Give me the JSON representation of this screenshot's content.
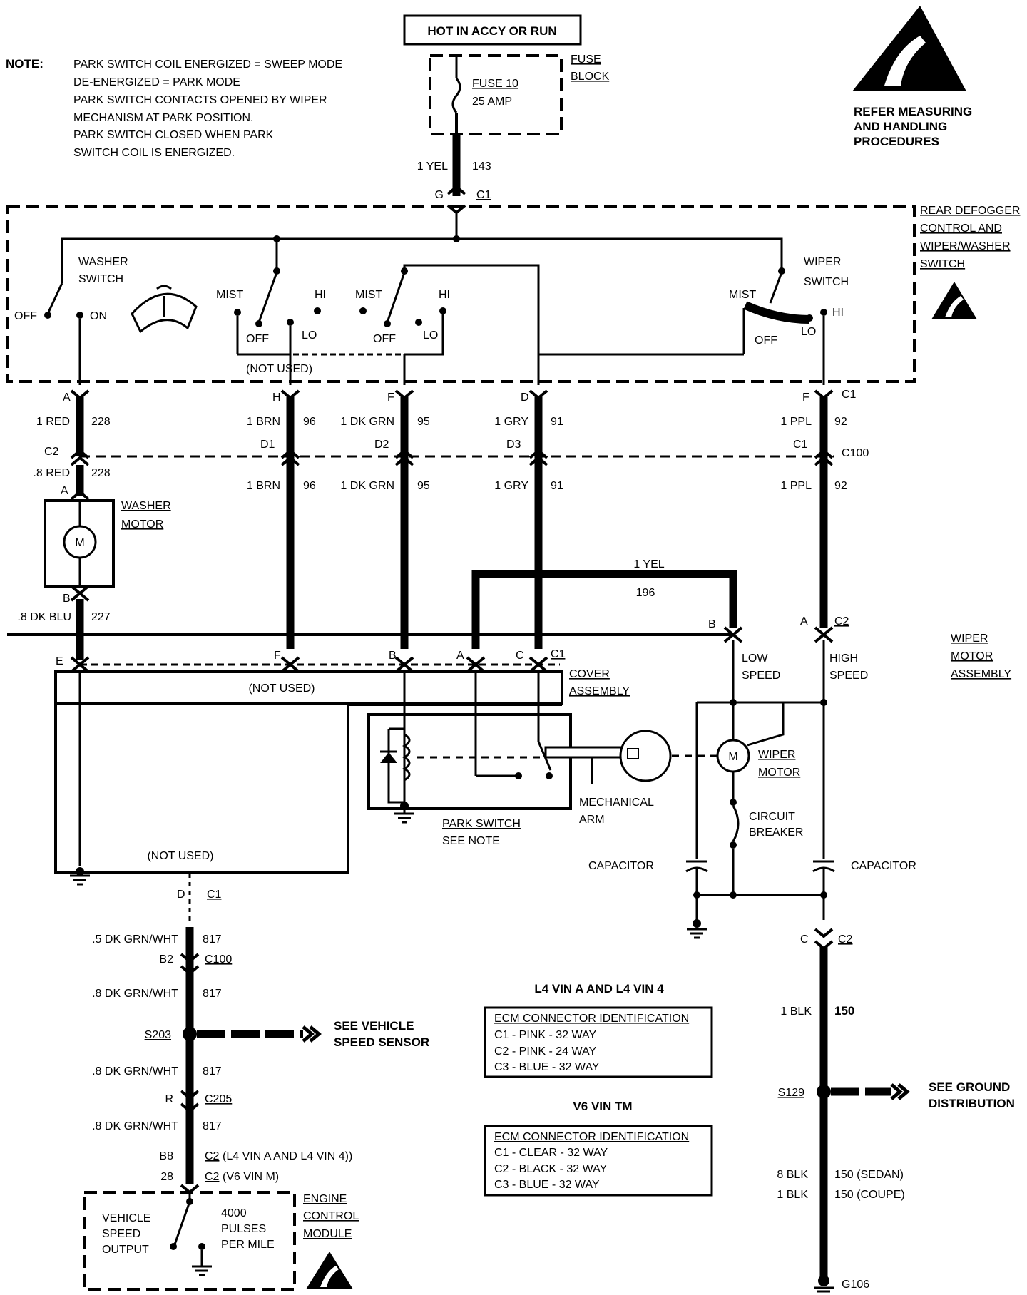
{
  "note": {
    "label": "NOTE:",
    "lines": [
      "PARK SWITCH COIL ENERGIZED = SWEEP MODE",
      "DE-ENERGIZED = PARK MODE",
      "PARK SWITCH CONTACTS OPENED BY WIPER",
      "MECHANISM AT PARK POSITION.",
      "PARK SWITCH CLOSED WHEN PARK",
      "SWITCH COIL IS ENERGIZED."
    ]
  },
  "power": {
    "title": "HOT IN ACCY OR RUN"
  },
  "fuse": {
    "name": "FUSE 10",
    "rating": "25 AMP",
    "block_label": [
      "FUSE",
      "BLOCK"
    ]
  },
  "esd_refer": [
    "REFER MEASURING",
    "AND HANDLING",
    "PROCEDURES"
  ],
  "feed": {
    "wire": "1 YEL",
    "circuit": "143",
    "pin": "G",
    "conn": "C1"
  },
  "switch_assembly": {
    "label": [
      "REAR DEFOGGER",
      "CONTROL AND",
      "WIPER/WASHER",
      "SWITCH"
    ],
    "washer_switch": [
      "WASHER",
      "SWITCH"
    ],
    "wiper_switch": [
      "WIPER",
      "SWITCH"
    ],
    "off": "OFF",
    "on": "ON",
    "mist": "MIST",
    "hi": "HI",
    "lo": "LO",
    "not_used": "(NOT USED)"
  },
  "wires_top": [
    {
      "pin": "A",
      "wire": "1 RED",
      "circuit": "228"
    },
    {
      "pin": "H",
      "wire": "1 BRN",
      "circuit": "96"
    },
    {
      "pin": "F",
      "wire": "1 DK GRN",
      "circuit": "95"
    },
    {
      "pin": "D",
      "wire": "1 GRY",
      "circuit": "91"
    },
    {
      "pin": "F",
      "wire": "1 PPL",
      "circuit": "92",
      "conn": "C1"
    }
  ],
  "inline_connectors": {
    "c2": "C2",
    "d1": "D1",
    "d2": "D2",
    "d3": "D3",
    "c1": "C1",
    "c100": "C100"
  },
  "wires_mid": [
    {
      "wire": ".8 RED",
      "circuit": "228"
    },
    {
      "wire": "1 BRN",
      "circuit": "96"
    },
    {
      "wire": "1 DK GRN",
      "circuit": "95"
    },
    {
      "wire": "1 GRY",
      "circuit": "91"
    },
    {
      "wire": "1 PPL",
      "circuit": "92"
    }
  ],
  "washer_motor": {
    "label": [
      "WASHER",
      "MOTOR"
    ],
    "pin_a": "A",
    "pin_b": "B",
    "symbol": "M",
    "out_wire": ".8 DK BLU",
    "out_circuit": "227"
  },
  "yel_jumper": {
    "wire": "1 YEL",
    "circuit": "196"
  },
  "wiper_assembly": {
    "label": [
      "WIPER",
      "MOTOR",
      "ASSEMBLY"
    ],
    "pins": [
      "E",
      "F",
      "B",
      "A",
      "C"
    ],
    "conn": "C1",
    "c2_pins": [
      "B",
      "A"
    ],
    "c2": "C2",
    "not_used": "(NOT USED)",
    "cover": [
      "COVER",
      "ASSEMBLY"
    ],
    "low_speed": [
      "LOW",
      "SPEED"
    ],
    "high_speed": [
      "HIGH",
      "SPEED"
    ],
    "wiper_motor": [
      "WIPER",
      "MOTOR"
    ],
    "mech_arm": [
      "MECHANICAL",
      "ARM"
    ],
    "park_switch": [
      "PARK SWITCH",
      "SEE NOTE"
    ],
    "circuit_breaker": [
      "CIRCUIT",
      "BREAKER"
    ],
    "capacitor": "CAPACITOR",
    "motor_symbol": "M",
    "bottom_pin": "D",
    "bottom_conn": "C1",
    "ground_pin": "C",
    "ground_conn": "C2"
  },
  "vss_path": [
    {
      "wire": ".5 DK GRN/WHT",
      "circuit": "817"
    },
    {
      "pin": "B2",
      "conn": "C100"
    },
    {
      "wire": ".8 DK GRN/WHT",
      "circuit": "817"
    },
    {
      "splice": "S203",
      "ref": [
        "SEE VEHICLE",
        "SPEED SENSOR"
      ]
    },
    {
      "wire": ".8 DK GRN/WHT",
      "circuit": "817"
    },
    {
      "pin": "R",
      "conn": "C205"
    },
    {
      "wire": ".8 DK GRN/WHT",
      "circuit": "817"
    },
    {
      "pin": "B8",
      "conn": "C2",
      "note": "(L4 VIN A AND L4 VIN 4))"
    },
    {
      "pin": "28",
      "conn": "C2",
      "note": "(V6 VIN M)"
    }
  ],
  "ecm": {
    "label": [
      "ENGINE",
      "CONTROL",
      "MODULE"
    ],
    "output": [
      "VEHICLE",
      "SPEED",
      "OUTPUT"
    ],
    "pulses": [
      "4000",
      "PULSES",
      "PER MILE"
    ]
  },
  "ecm_tables": [
    {
      "heading": "L4 VIN A AND L4 VIN 4",
      "title": "ECM CONNECTOR IDENTIFICATION",
      "rows": [
        "C1 - PINK - 32 WAY",
        "C2 - PINK - 24 WAY",
        "C3 - BLUE - 32 WAY"
      ]
    },
    {
      "heading": "V6 VIN TM",
      "title": "ECM CONNECTOR IDENTIFICATION",
      "rows": [
        "C1 - CLEAR - 32 WAY",
        "C2 - BLACK - 32 WAY",
        "C3 - BLUE - 32 WAY"
      ]
    }
  ],
  "ground_path": {
    "wire1": "1 BLK",
    "circuit1": "150",
    "splice": "S129",
    "ref": [
      "SEE GROUND",
      "DISTRIBUTION"
    ],
    "wire_sedan": "8 BLK",
    "circuit_sedan": "150 (SEDAN)",
    "wire_coupe": "1 BLK",
    "circuit_coupe": "150 (COUPE)",
    "ground": "G106"
  }
}
